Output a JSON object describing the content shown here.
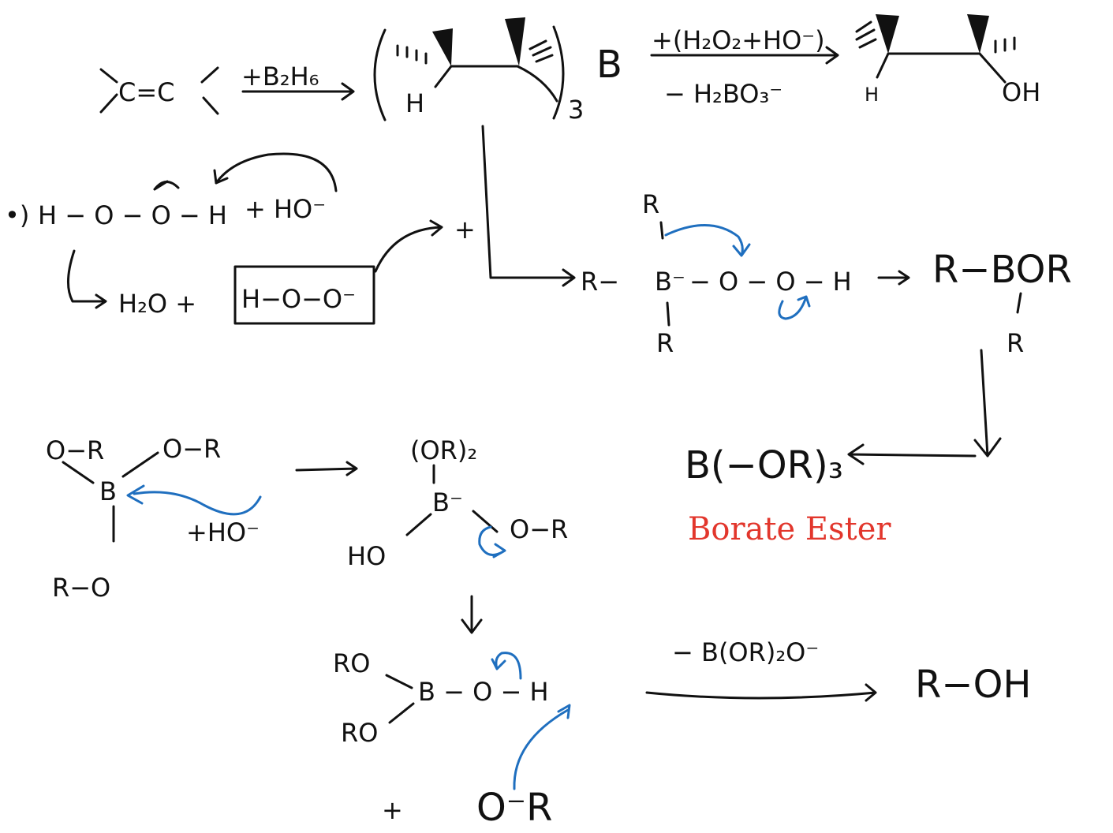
{
  "colors": {
    "ink": "#111111",
    "arrow_blue": "#1f6fbf",
    "label_red": "#e2362c"
  },
  "step1": {
    "alkene": "C=C",
    "reagent": "+B₂H₆",
    "bracket_h": "H",
    "bracket_b": "B",
    "subscript_3": "3",
    "reagent2": "+(H₂O₂+HO⁻)",
    "byproduct": "− H₂BO₃⁻",
    "prod_h": "H",
    "prod_oh": "OH"
  },
  "step2": {
    "bullet": "•)",
    "peroxide": "H − O − O − H",
    "hydroxide": "+ HO⁻",
    "water": "H₂O +",
    "hydroperoxide": "H−O−O⁻",
    "plus": "+"
  },
  "step3": {
    "r_top": "R",
    "r_left": "R−",
    "boron_anion": "B⁻",
    "oo_h": "− O − O − H",
    "r_bottom": "R",
    "product": "R−BOR",
    "product_r": "R"
  },
  "step4": {
    "borate": "B(−OR)₃",
    "borate_label": "Borate Ester"
  },
  "step5": {
    "or_top": "O−R",
    "or_right": "O−R",
    "b": "B",
    "ro_bottom": "R−O",
    "hydroxide": "+HO⁻",
    "or2": "(OR)₂",
    "b_anion": "B⁻",
    "ho": "HO",
    "o_r": "O−R"
  },
  "step6": {
    "ro1": "RO",
    "ro2": "RO",
    "b_o_h": "B − O − H",
    "plus": "+",
    "alkoxide": "O⁻R",
    "elimination": "− B(OR)₂O⁻",
    "final": "R−OH"
  }
}
